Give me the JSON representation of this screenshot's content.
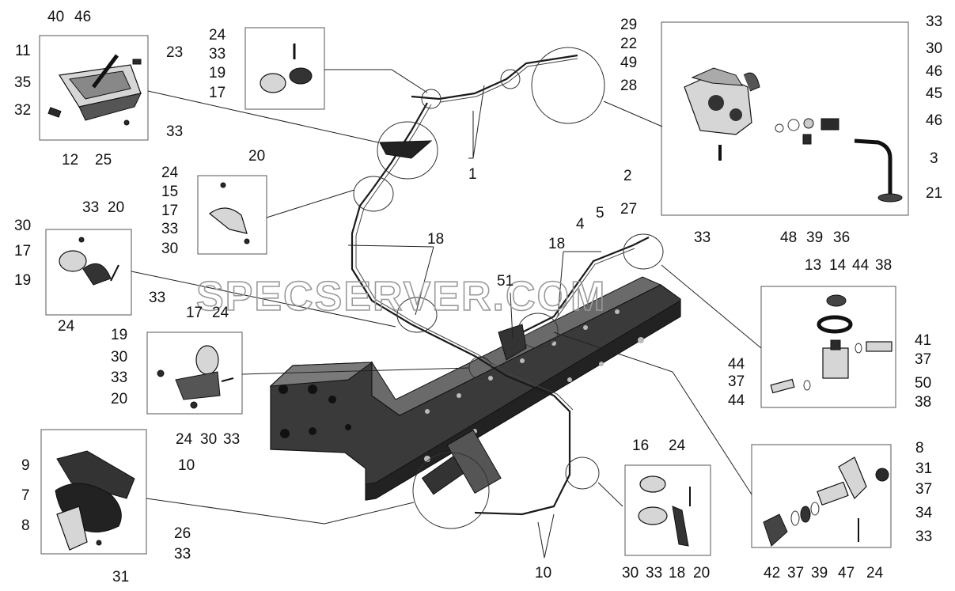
{
  "watermark": "SPECSERVER.COM",
  "labels": [
    {
      "id": "l1",
      "text": "40"
    },
    {
      "id": "l2",
      "text": "46"
    },
    {
      "id": "l3",
      "text": "11"
    },
    {
      "id": "l4",
      "text": "23"
    },
    {
      "id": "l5",
      "text": "35"
    },
    {
      "id": "l6",
      "text": "32"
    },
    {
      "id": "l7",
      "text": "33"
    },
    {
      "id": "l8",
      "text": "12"
    },
    {
      "id": "l9",
      "text": "25"
    },
    {
      "id": "l10",
      "text": "24"
    },
    {
      "id": "l11",
      "text": "33"
    },
    {
      "id": "l12",
      "text": "19"
    },
    {
      "id": "l13",
      "text": "17"
    },
    {
      "id": "l14",
      "text": "1"
    },
    {
      "id": "l15",
      "text": "29"
    },
    {
      "id": "l16",
      "text": "22"
    },
    {
      "id": "l17",
      "text": "49"
    },
    {
      "id": "l18",
      "text": "28"
    },
    {
      "id": "l19",
      "text": "33"
    },
    {
      "id": "l20",
      "text": "30"
    },
    {
      "id": "l21",
      "text": "46"
    },
    {
      "id": "l22",
      "text": "45"
    },
    {
      "id": "l23",
      "text": "46"
    },
    {
      "id": "l24",
      "text": "3"
    },
    {
      "id": "l25",
      "text": "21"
    },
    {
      "id": "l26",
      "text": "2"
    },
    {
      "id": "l27",
      "text": "27"
    },
    {
      "id": "l28",
      "text": "33"
    },
    {
      "id": "l29",
      "text": "48"
    },
    {
      "id": "l30",
      "text": "39"
    },
    {
      "id": "l31",
      "text": "36"
    },
    {
      "id": "l32",
      "text": "20"
    },
    {
      "id": "l33",
      "text": "24"
    },
    {
      "id": "l34",
      "text": "15"
    },
    {
      "id": "l35",
      "text": "17"
    },
    {
      "id": "l36",
      "text": "33"
    },
    {
      "id": "l37",
      "text": "30"
    },
    {
      "id": "l38",
      "text": "33"
    },
    {
      "id": "l39",
      "text": "20"
    },
    {
      "id": "l40",
      "text": "30"
    },
    {
      "id": "l41",
      "text": "17"
    },
    {
      "id": "l42",
      "text": "19"
    },
    {
      "id": "l43",
      "text": "33"
    },
    {
      "id": "l44",
      "text": "24"
    },
    {
      "id": "l45",
      "text": "18"
    },
    {
      "id": "l46",
      "text": "4"
    },
    {
      "id": "l47",
      "text": "5"
    },
    {
      "id": "l48",
      "text": "18"
    },
    {
      "id": "l49",
      "text": "51"
    },
    {
      "id": "l50",
      "text": "13"
    },
    {
      "id": "l51",
      "text": "14"
    },
    {
      "id": "l52",
      "text": "44"
    },
    {
      "id": "l53",
      "text": "38"
    },
    {
      "id": "l54",
      "text": "41"
    },
    {
      "id": "l55",
      "text": "37"
    },
    {
      "id": "l56",
      "text": "44"
    },
    {
      "id": "l57",
      "text": "37"
    },
    {
      "id": "l58",
      "text": "50"
    },
    {
      "id": "l59",
      "text": "44"
    },
    {
      "id": "l60",
      "text": "38"
    },
    {
      "id": "l61",
      "text": "17"
    },
    {
      "id": "l62",
      "text": "24"
    },
    {
      "id": "l63",
      "text": "19"
    },
    {
      "id": "l64",
      "text": "30"
    },
    {
      "id": "l65",
      "text": "33"
    },
    {
      "id": "l66",
      "text": "20"
    },
    {
      "id": "l67",
      "text": "24"
    },
    {
      "id": "l68",
      "text": "30"
    },
    {
      "id": "l69",
      "text": "33"
    },
    {
      "id": "l70",
      "text": "9"
    },
    {
      "id": "l71",
      "text": "10"
    },
    {
      "id": "l72",
      "text": "7"
    },
    {
      "id": "l73",
      "text": "8"
    },
    {
      "id": "l74",
      "text": "26"
    },
    {
      "id": "l75",
      "text": "33"
    },
    {
      "id": "l76",
      "text": "31"
    },
    {
      "id": "l77",
      "text": "10"
    },
    {
      "id": "l78",
      "text": "16"
    },
    {
      "id": "l79",
      "text": "24"
    },
    {
      "id": "l80",
      "text": "30"
    },
    {
      "id": "l81",
      "text": "33"
    },
    {
      "id": "l82",
      "text": "18"
    },
    {
      "id": "l83",
      "text": "20"
    },
    {
      "id": "l84",
      "text": "8"
    },
    {
      "id": "l85",
      "text": "31"
    },
    {
      "id": "l86",
      "text": "37"
    },
    {
      "id": "l87",
      "text": "34"
    },
    {
      "id": "l88",
      "text": "33"
    },
    {
      "id": "l89",
      "text": "42"
    },
    {
      "id": "l90",
      "text": "37"
    },
    {
      "id": "l91",
      "text": "39"
    },
    {
      "id": "l92",
      "text": "47"
    },
    {
      "id": "l93",
      "text": "24"
    }
  ]
}
